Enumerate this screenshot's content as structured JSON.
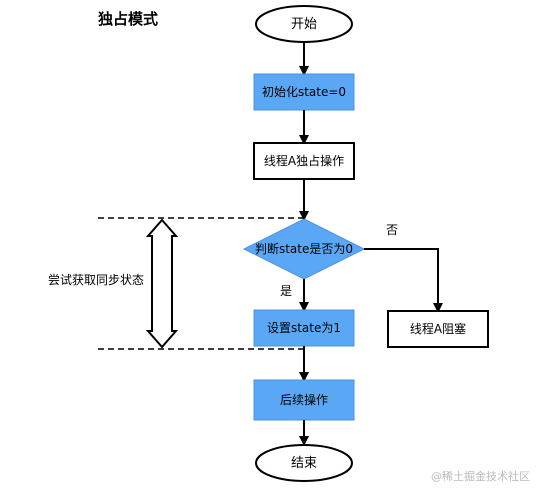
{
  "title": "独占模式",
  "nodes": {
    "start": "开始",
    "init": "初始化state=0",
    "exclusive_op": "线程A独占操作",
    "decision": "判断state是否为0",
    "set_state": "设置state为1",
    "blocked": "线程A阻塞",
    "followup": "后续操作",
    "end": "结束"
  },
  "edge_labels": {
    "no": "否",
    "yes": "是"
  },
  "annotation": {
    "text": "尝试获取同步状态"
  },
  "watermark": "@稀土掘金技术社区",
  "colors": {
    "blue_fill": "#5aa7f5",
    "blue_stroke": "#4a90e2",
    "line": "#000000",
    "watermark": "#bbbbbb"
  }
}
